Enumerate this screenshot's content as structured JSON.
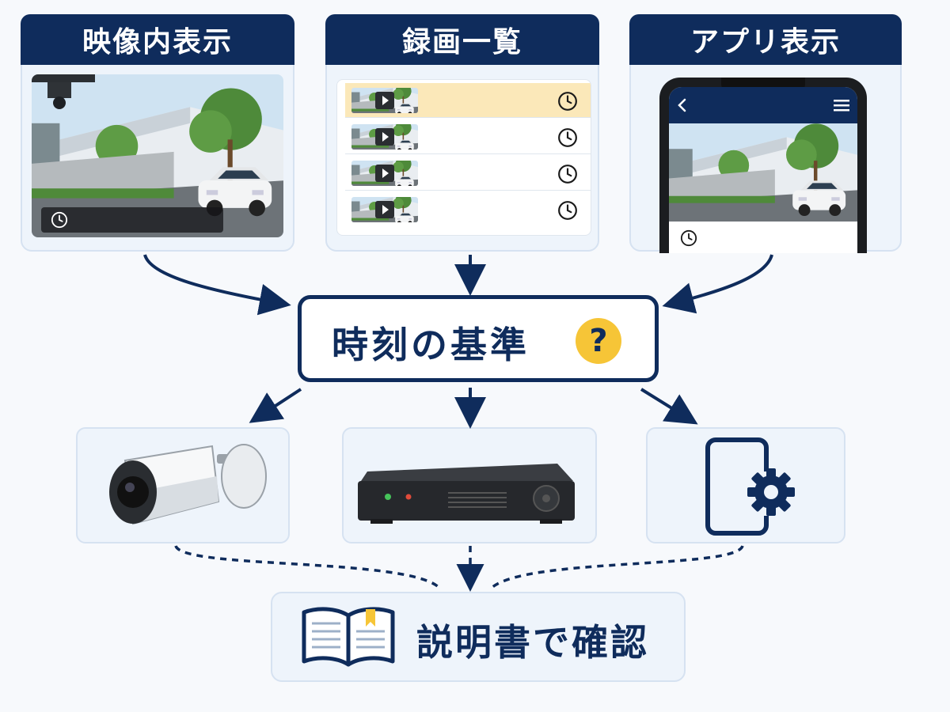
{
  "top_cards": {
    "overlay": {
      "title": "映像内表示"
    },
    "recordings": {
      "title": "録画一覧",
      "rows": [
        {
          "selected": true
        },
        {
          "selected": false
        },
        {
          "selected": false
        },
        {
          "selected": false
        }
      ]
    },
    "app": {
      "title": "アプリ表示"
    }
  },
  "center": {
    "label": "時刻の基準",
    "mark": "?"
  },
  "manual": {
    "label": "説明書で確認"
  },
  "icons": {
    "clock": "clock-icon",
    "play": "play-icon",
    "back": "chevron-left-icon",
    "menu": "menu-icon",
    "camera": "security-camera-icon",
    "recorder": "recorder-icon",
    "phone_settings": "phone-settings-icon",
    "book": "open-book-icon"
  },
  "colors": {
    "navy": "#0f2c5c",
    "accent_yellow": "#f6c537",
    "card_bg": "#eef4fb",
    "selected_row": "#fbe8b9"
  }
}
